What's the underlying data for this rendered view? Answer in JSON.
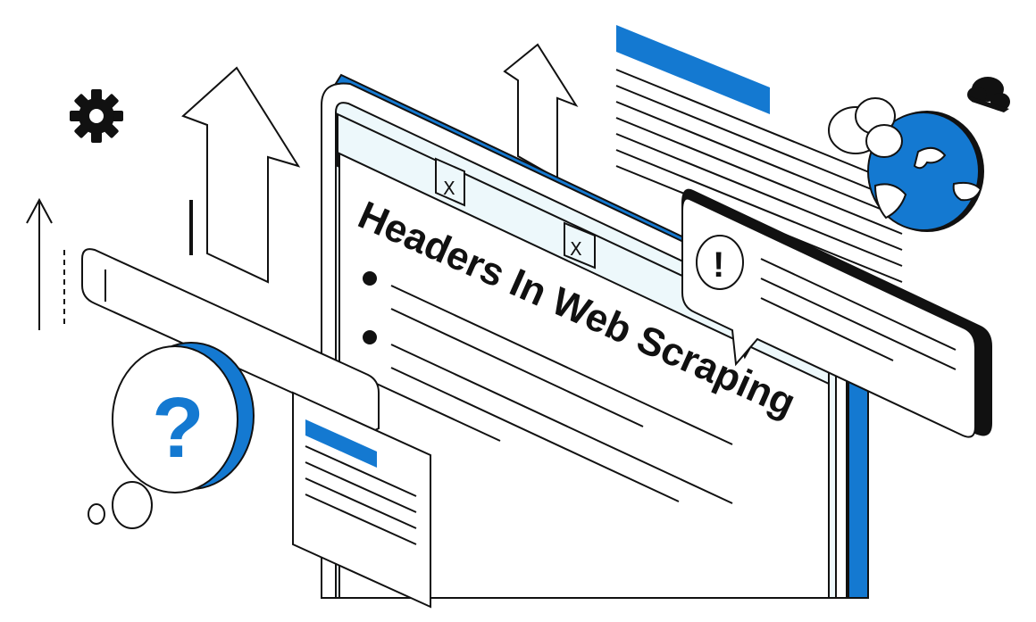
{
  "title": "Headers In Web Scraping",
  "tabs": [
    {
      "close_glyph": "X"
    },
    {
      "close_glyph": "X"
    }
  ],
  "icons": {
    "gear": "gear-icon",
    "question": "question-mark-icon",
    "alert": "exclamation-icon",
    "globe": "globe-icon",
    "cloud": "cloud-icon"
  },
  "glyphs": {
    "question": "?",
    "alert": "!"
  },
  "colors": {
    "accent": "#1479d1",
    "ink": "#111111",
    "screen": "#edf8fb",
    "white": "#ffffff"
  }
}
